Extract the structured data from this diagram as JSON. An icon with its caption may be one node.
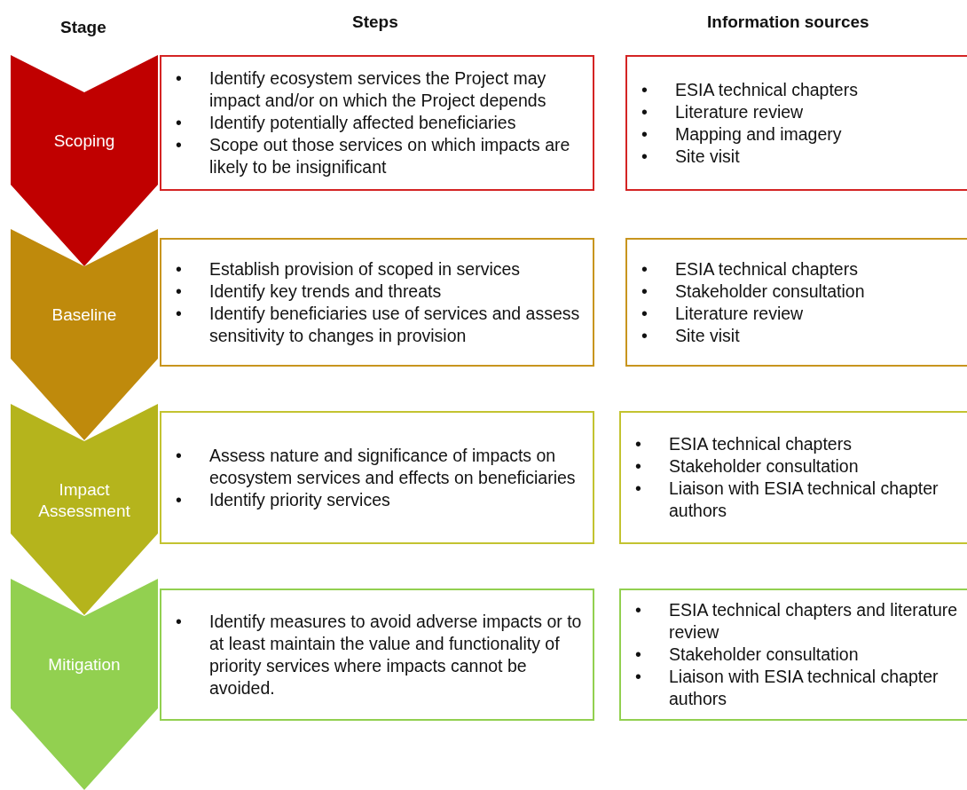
{
  "diagram": {
    "nodes": [
      {
        "text": [
          "Scoping"
        ]
      },
      {
        "text": [
          "• Identify ecosystem services the Project may impact and/or on which the Project depends",
          "• Identify potentially affected beneficiaries",
          "• Scope out those services on which impacts are likely to be insignificant"
        ]
      },
      {
        "text": [
          "• ESIA technical chapters",
          "• Literature review",
          "• Mapping and imagery",
          "• Site visit"
        ]
      },
      {
        "text": [
          "Baseline"
        ]
      },
      {
        "text": [
          "• Establish provision of scoped in services",
          "• Identify key trends and threats",
          "• Identify beneficiaries use of services and assess sensitivity to changes in provision"
        ]
      },
      {
        "text": [
          "• ESIA technical chapters",
          "• Stakeholder consultation",
          "• Literature review",
          "• Site visit"
        ]
      },
      {
        "text": [
          "Impact Assessment"
        ]
      },
      {
        "text": [
          "• Assess nature and significance of impacts on ecosystem services and effects on beneficiaries",
          "• Identify priority services"
        ]
      },
      {
        "text": [
          "• ESIA technical chapters",
          "• Stakeholder consultation",
          "• Liaison with ESIA technical chapter authors"
        ]
      },
      {
        "text": [
          "Mitigation"
        ]
      },
      {
        "text": [
          "• Identify measures to avoid adverse impacts or to at least maintain the value and functionality of priority services where impacts cannot be avoided."
        ]
      },
      {
        "text": [
          "• ESIA technical chapters and literature review",
          "• Stakeholder consultation",
          "• Liaison with ESIA technical chapter authors"
        ]
      }
    ],
    "labels": [
      "Stage",
      "Steps",
      "Information sources"
    ]
  }
}
